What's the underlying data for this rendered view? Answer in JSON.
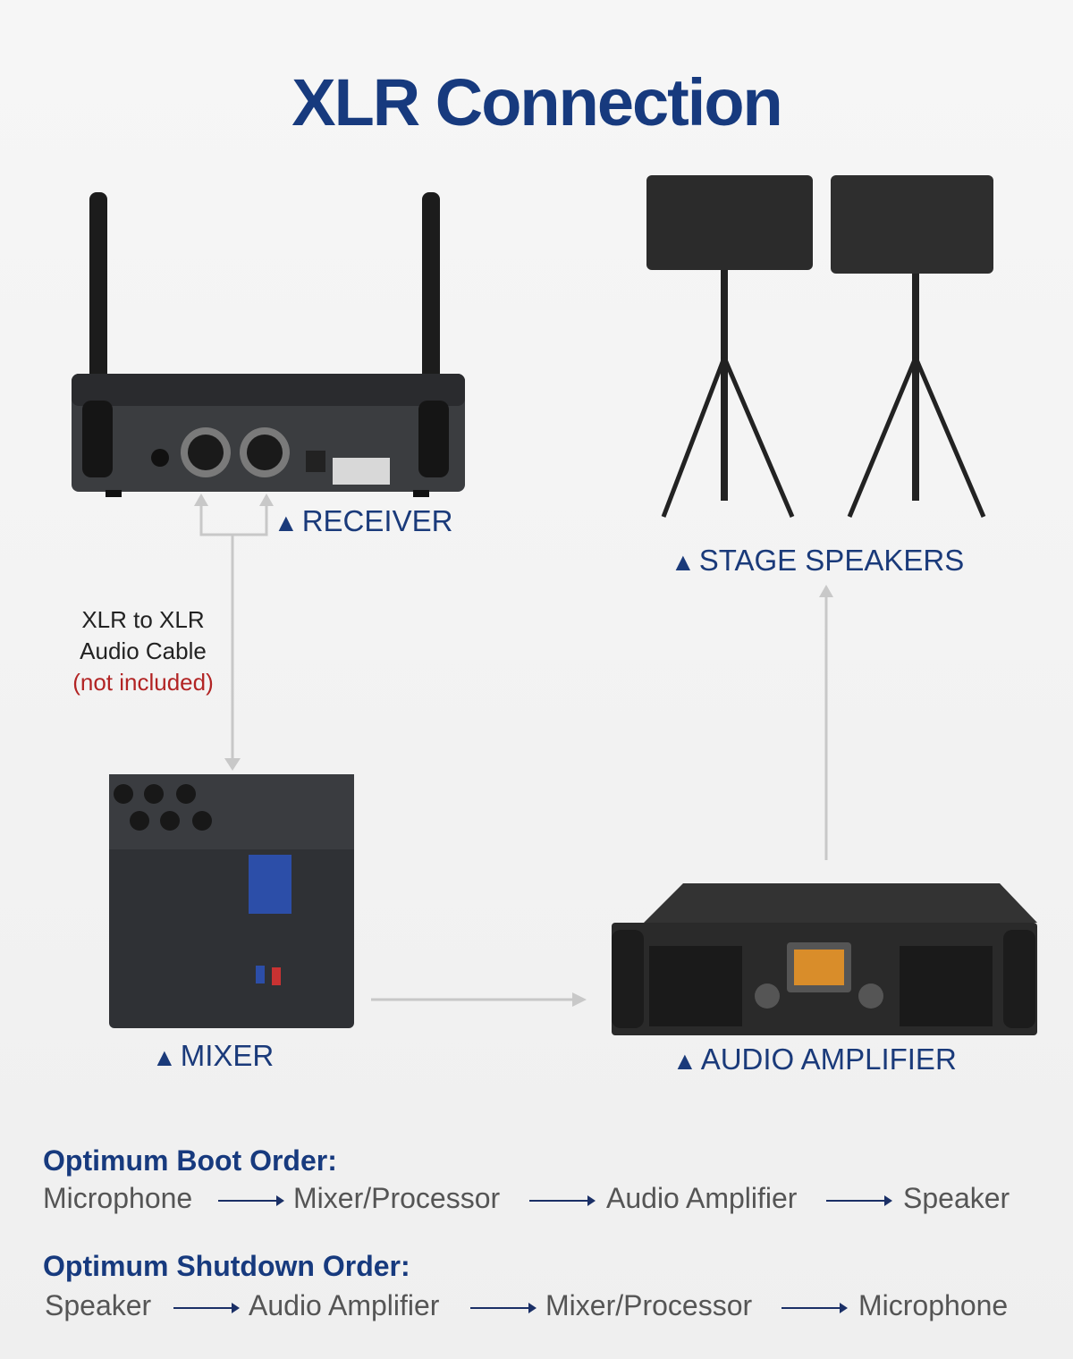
{
  "title": "XLR Connection",
  "labels": {
    "receiver": "RECEIVER",
    "stage_speakers": "STAGE SPEAKERS",
    "mixer": "MIXER",
    "audio_amplifier": "AUDIO AMPLIFIER"
  },
  "cable_note": {
    "line1": "XLR to XLR",
    "line2": "Audio Cable",
    "line3": "(not included)"
  },
  "boot_order": {
    "heading": "Optimum Boot Order:",
    "steps": [
      "Microphone",
      "Mixer/Processor",
      "Audio Amplifier",
      "Speaker"
    ]
  },
  "shutdown_order": {
    "heading": "Optimum Shutdown Order:",
    "steps": [
      "Speaker",
      "Audio Amplifier",
      "Mixer/Processor",
      "Microphone"
    ]
  },
  "colors": {
    "title": "#173a7e",
    "label": "#1a3a7a",
    "warning": "#b22424",
    "connector": "#c8c8c8"
  }
}
